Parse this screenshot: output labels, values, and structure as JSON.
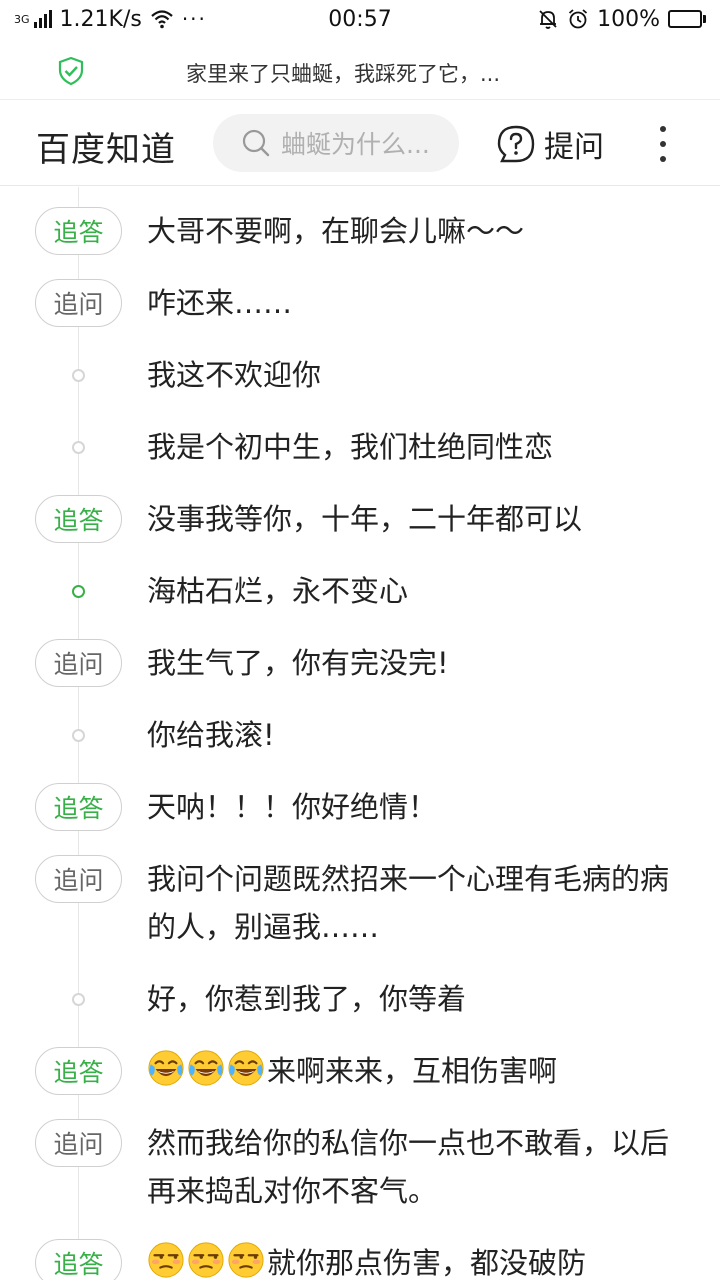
{
  "status_bar": {
    "network_type": "3G",
    "speed": "1.21K/s",
    "more": "···",
    "time": "00:57",
    "battery": "100%"
  },
  "notification": {
    "text": "家里来了只蛐蜒，我踩死了它，..."
  },
  "header": {
    "title": "百度知道",
    "search_placeholder": "蛐蜒为什么...",
    "ask_label": "提问"
  },
  "thread": [
    {
      "kind": "answer",
      "tag": "追答",
      "text": "大哥不要啊，在聊会儿嘛～～"
    },
    {
      "kind": "question",
      "tag": "追问",
      "text": "咋还来……"
    },
    {
      "kind": "follow",
      "text": "我这不欢迎你"
    },
    {
      "kind": "follow",
      "text": "我是个初中生，我们杜绝同性恋"
    },
    {
      "kind": "answer",
      "tag": "追答",
      "text": "没事我等你，十年，二十年都可以"
    },
    {
      "kind": "follow-active",
      "text": "海枯石烂，永不变心"
    },
    {
      "kind": "question",
      "tag": "追问",
      "text": "我生气了，你有完没完!"
    },
    {
      "kind": "follow",
      "text": "你给我滚!"
    },
    {
      "kind": "answer",
      "tag": "追答",
      "text": "天呐！！！你好绝情！"
    },
    {
      "kind": "question",
      "tag": "追问",
      "text": "我问个问题既然招来一个心理有毛病的病的人，别逼我……"
    },
    {
      "kind": "follow",
      "text": "好，你惹到我了，你等着"
    },
    {
      "kind": "answer",
      "tag": "追答",
      "emoji": "laugh-cry",
      "emoji_count": 3,
      "text": "来啊来来，互相伤害啊"
    },
    {
      "kind": "question",
      "tag": "追问",
      "text": "然而我给你的私信你一点也不敢看，以后再来捣乱对你不客气。"
    },
    {
      "kind": "answer",
      "tag": "追答",
      "emoji": "unamused",
      "emoji_count": 3,
      "text": "就你那点伤害，都没破防"
    }
  ],
  "colors": {
    "accent_green": "#38b048",
    "tag_gray": "#666666",
    "border": "#d0d0d0"
  }
}
